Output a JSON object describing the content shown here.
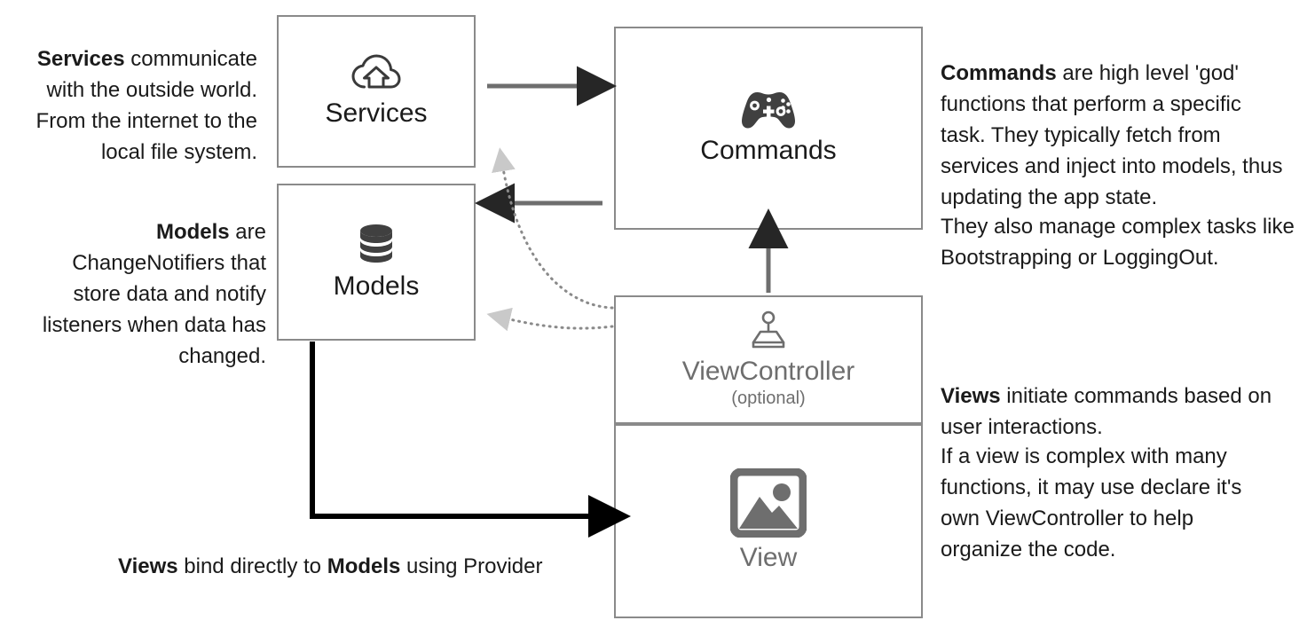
{
  "diagram": {
    "title": "Flutter app architecture: Services, Models, Commands, ViewController, View",
    "colors": {
      "box_border": "#8a8a8a",
      "icon_dark": "#404040",
      "icon_outline": "#3a3a3a",
      "icon_gray": "#6e6e6e",
      "arrow_gray": "#6e6e6e",
      "arrow_head_dark": "#262626",
      "arrow_dotted": "#8a8a8a",
      "arrow_dotted_head": "#c9c9c9",
      "arrow_black": "#000000",
      "text": "#1a1a1a",
      "text_muted": "#6e6e6e"
    }
  },
  "notes": {
    "services": {
      "name": "Services",
      "bold_lead": "Services",
      "rest": " communicate with the outside world. From the internet to the local file system.",
      "full": "Services communicate with the outside world. From the internet to the local file system."
    },
    "models": {
      "name": "Models",
      "bold_lead": "Models",
      "rest": " are ChangeNotifiers that store data and notify listeners when data has changed.",
      "full": "Models are ChangeNotifiers that store data and notify listeners when data has changed."
    },
    "commands": {
      "bold_lead": "Commands",
      "rest": " are high level 'god' functions that perform a specific task. They typically fetch from services and inject into models, thus updating the app state.",
      "full": "Commands are high level 'god' functions that perform a specific task. They typically fetch from services and inject into models, thus updating the app state."
    },
    "commands_secondary": {
      "full": "They also manage complex tasks like Bootstrapping or LoggingOut."
    },
    "views": {
      "bold_lead": "Views",
      "rest": " initiate commands based on user interactions.",
      "full": "Views initiate commands based on user interactions."
    },
    "views_secondary": {
      "full": "If a view is complex with many functions, it may use declare it's own ViewController to help organize the code."
    },
    "binding_caption": {
      "part1_bold": "Views",
      "part2": " bind directly to ",
      "part3_bold": "Models",
      "part4": " using Provider",
      "full": "Views bind directly to Models using Provider"
    }
  },
  "boxes": [
    {
      "id": "services",
      "label": "Services",
      "sublabel": "",
      "icon": "cloud-upload-icon"
    },
    {
      "id": "models",
      "label": "Models",
      "sublabel": "",
      "icon": "database-icon"
    },
    {
      "id": "commands",
      "label": "Commands",
      "sublabel": "",
      "icon": "gamepad-icon"
    },
    {
      "id": "viewcontroller",
      "label": "ViewController",
      "sublabel": "(optional)",
      "icon": "joystick-icon"
    },
    {
      "id": "view",
      "label": "View",
      "sublabel": "",
      "icon": "picture-icon"
    }
  ],
  "connectors": [
    {
      "id": "services-to-commands",
      "from": "services",
      "to": "commands",
      "style": "solid",
      "color": "#6e6e6e",
      "label": ""
    },
    {
      "id": "commands-to-models",
      "from": "commands",
      "to": "models",
      "style": "solid",
      "color": "#6e6e6e",
      "label": ""
    },
    {
      "id": "viewcontroller-to-commands",
      "from": "viewcontroller",
      "to": "commands",
      "style": "solid",
      "color": "#6e6e6e",
      "label": ""
    },
    {
      "id": "viewcontroller-to-services",
      "from": "viewcontroller",
      "to": "services",
      "style": "dotted",
      "color": "#8a8a8a",
      "label": ""
    },
    {
      "id": "viewcontroller-to-models",
      "from": "viewcontroller",
      "to": "models",
      "style": "dotted",
      "color": "#8a8a8a",
      "label": ""
    },
    {
      "id": "models-to-view",
      "from": "models",
      "to": "view",
      "style": "solid",
      "color": "#000000",
      "label": "Views bind directly to Models using Provider"
    }
  ]
}
